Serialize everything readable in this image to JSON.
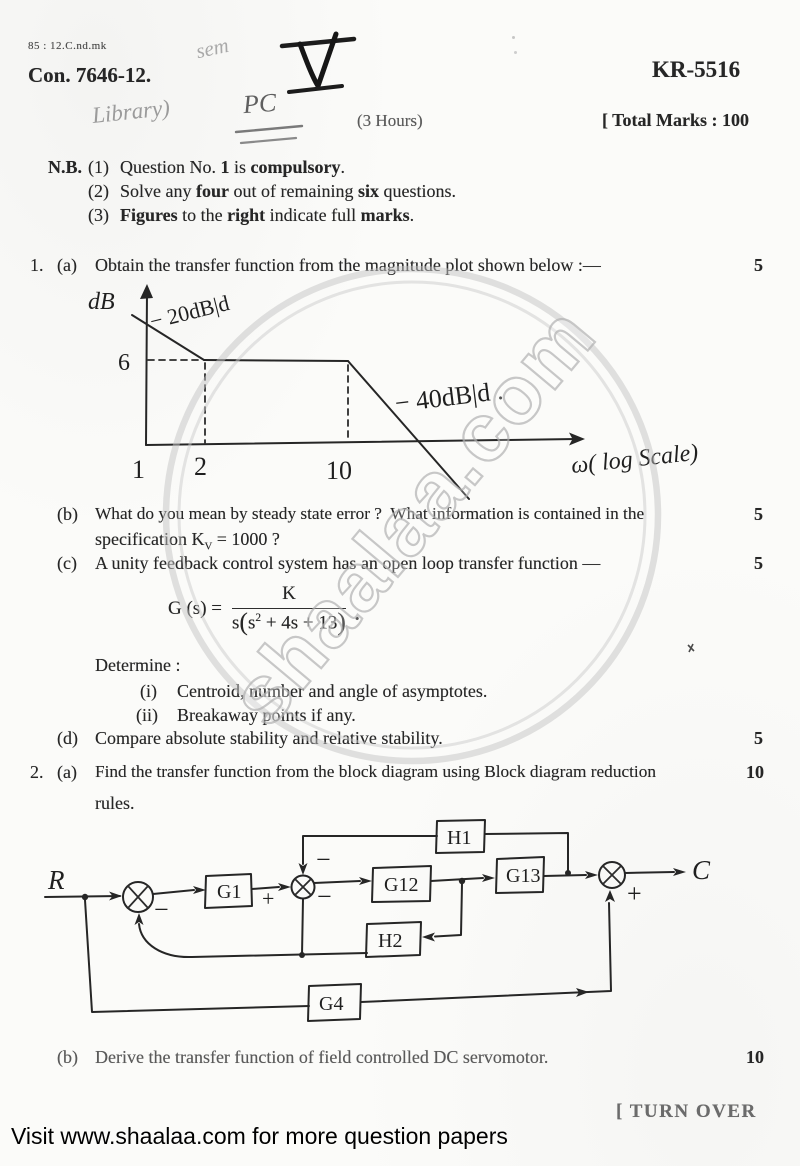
{
  "page": {
    "ref_code": "85 : 12.C.nd.mk",
    "con_number": "Con. 7646-12.",
    "paper_code": "KR-5516",
    "duration": "(3 Hours)",
    "total_marks": "[ Total Marks : 100",
    "turn_over": "[ TURN OVER",
    "footer_banner": "Visit www.shaalaa.com for more question papers",
    "watermark_text": "shaalaa.com",
    "handwritten": {
      "sem": "sem",
      "sem_numeral": "V",
      "library": "Library)",
      "pc": "PC"
    }
  },
  "nb": {
    "label": "N.B.",
    "items": [
      {
        "no": "(1)",
        "segments": [
          {
            "t": "Question No. "
          },
          {
            "t": "1",
            "b": true
          },
          {
            "t": " is "
          },
          {
            "t": "compulsory",
            "b": true
          },
          {
            "t": "."
          }
        ]
      },
      {
        "no": "(2)",
        "segments": [
          {
            "t": "Solve any "
          },
          {
            "t": "four",
            "b": true
          },
          {
            "t": " out of remaining "
          },
          {
            "t": "six",
            "b": true
          },
          {
            "t": " questions."
          }
        ]
      },
      {
        "no": "(3)",
        "segments": [
          {
            "t": "Figures",
            "b": true
          },
          {
            "t": " to the "
          },
          {
            "t": "right",
            "b": true
          },
          {
            "t": " indicate full "
          },
          {
            "t": "marks",
            "b": true
          },
          {
            "t": "."
          }
        ]
      }
    ]
  },
  "q1": {
    "number": "1.",
    "a": {
      "label": "(a)",
      "text": "Obtain the transfer function from the magnitude plot shown below :—",
      "marks": "5"
    },
    "b": {
      "label": "(b)",
      "line1": "What do you mean by steady state error ?  What information is contained in the",
      "line2": [
        {
          "t": "specification K"
        },
        {
          "t": "V",
          "sub": true
        },
        {
          "t": " = 1000 ?"
        }
      ],
      "marks": "5"
    },
    "c": {
      "label": "(c)",
      "text": "A unity feedback control system has an open loop transfer function —",
      "marks": "5"
    },
    "determine": {
      "title": "Determine :",
      "items": [
        {
          "no": "(i)",
          "text": "Centroid, number and angle of asymptotes."
        },
        {
          "no": "(ii)",
          "text": "Breakaway points if any."
        }
      ]
    },
    "d": {
      "label": "(d)",
      "text": "Compare absolute stability and relative stability.",
      "marks": "5"
    }
  },
  "q2": {
    "number": "2.",
    "a": {
      "label": "(a)",
      "line1": "Find the transfer function from the block diagram using Block diagram reduction",
      "line2": "rules.",
      "marks": "10"
    },
    "b": {
      "label": "(b)",
      "text": "Derive the transfer function of field controlled DC servomotor.",
      "marks": "10"
    }
  },
  "formula": {
    "lhs": "G (s) =",
    "numerator": "K",
    "denominator": [
      {
        "t": "s"
      },
      {
        "t": "(",
        "big": true
      },
      {
        "t": "s"
      },
      {
        "t": "2",
        "sup": true
      },
      {
        "t": " + 4s + 13"
      },
      {
        "t": ")",
        "big": true
      }
    ],
    "dot": "·"
  },
  "bode_figure": {
    "y_axis_label": "dB",
    "level_label": "6",
    "tick_labels": [
      "1",
      "2",
      "10"
    ],
    "slope1_label": "− 20dB|d",
    "slope2_label": "− 40dB|d .",
    "x_axis_label": "ω( log Scale)",
    "chart_data": {
      "type": "line",
      "title": "Asymptotic Bode magnitude plot (hand drawn)",
      "xlabel": "ω (log scale)",
      "ylabel": "dB",
      "flat_level_dB": 6,
      "corner_frequencies": [
        2,
        10
      ],
      "segments": [
        {
          "from_omega": 1,
          "to_omega": 2,
          "slope": "−20 dB/decade"
        },
        {
          "from_omega": 2,
          "to_omega": 10,
          "slope": "0 (flat at 6 dB)"
        },
        {
          "from_omega": 10,
          "slope": "−40 dB/decade"
        }
      ]
    }
  },
  "block_figure": {
    "input_label": "R",
    "output_label": "C",
    "blocks": {
      "g1": "G1",
      "g12": "G12",
      "g13": "G13",
      "g4": "G4",
      "h1": "H1",
      "h2": "H2"
    },
    "signs": {
      "sum1_feedback": "−",
      "sum2_in": "+",
      "sum2_top": "−",
      "sum2_bottom": "−",
      "sum3_bottom": "+"
    }
  }
}
